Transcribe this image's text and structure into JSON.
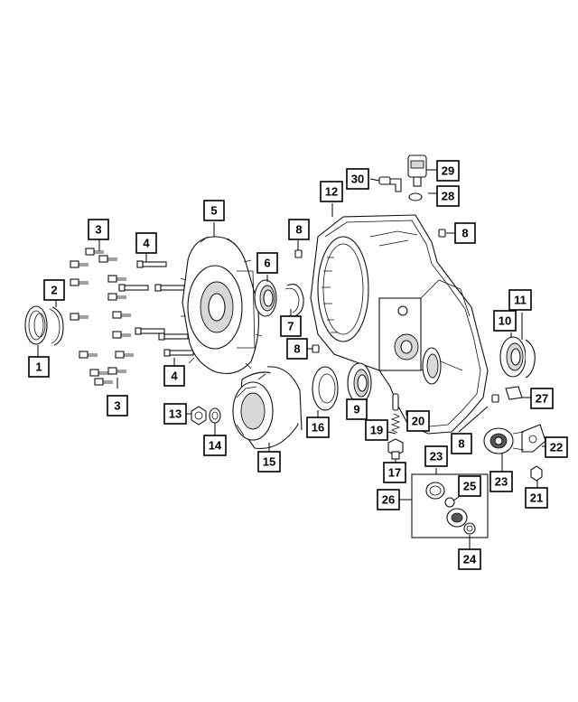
{
  "diagram": {
    "callouts": [
      {
        "id": "c1",
        "label": "1"
      },
      {
        "id": "c2",
        "label": "2"
      },
      {
        "id": "c3a",
        "label": "3"
      },
      {
        "id": "c3b",
        "label": "3"
      },
      {
        "id": "c4a",
        "label": "4"
      },
      {
        "id": "c4b",
        "label": "4"
      },
      {
        "id": "c5",
        "label": "5"
      },
      {
        "id": "c6",
        "label": "6"
      },
      {
        "id": "c7",
        "label": "7"
      },
      {
        "id": "c8a",
        "label": "8"
      },
      {
        "id": "c8b",
        "label": "8"
      },
      {
        "id": "c8c",
        "label": "8"
      },
      {
        "id": "c8d",
        "label": "8"
      },
      {
        "id": "c9",
        "label": "9"
      },
      {
        "id": "c10",
        "label": "10"
      },
      {
        "id": "c11",
        "label": "11"
      },
      {
        "id": "c12",
        "label": "12"
      },
      {
        "id": "c13",
        "label": "13"
      },
      {
        "id": "c14",
        "label": "14"
      },
      {
        "id": "c15",
        "label": "15"
      },
      {
        "id": "c16",
        "label": "16"
      },
      {
        "id": "c17",
        "label": "17"
      },
      {
        "id": "c19",
        "label": "19"
      },
      {
        "id": "c20",
        "label": "20"
      },
      {
        "id": "c21",
        "label": "21"
      },
      {
        "id": "c22",
        "label": "22"
      },
      {
        "id": "c23a",
        "label": "23"
      },
      {
        "id": "c23b",
        "label": "23"
      },
      {
        "id": "c24",
        "label": "24"
      },
      {
        "id": "c25",
        "label": "25"
      },
      {
        "id": "c26",
        "label": "26"
      },
      {
        "id": "c27",
        "label": "27"
      },
      {
        "id": "c28",
        "label": "28"
      },
      {
        "id": "c29",
        "label": "29"
      },
      {
        "id": "c30",
        "label": "30"
      }
    ],
    "colors": {
      "outline": "#000000",
      "background": "#ffffff",
      "shading": "#d8d8d8"
    }
  }
}
